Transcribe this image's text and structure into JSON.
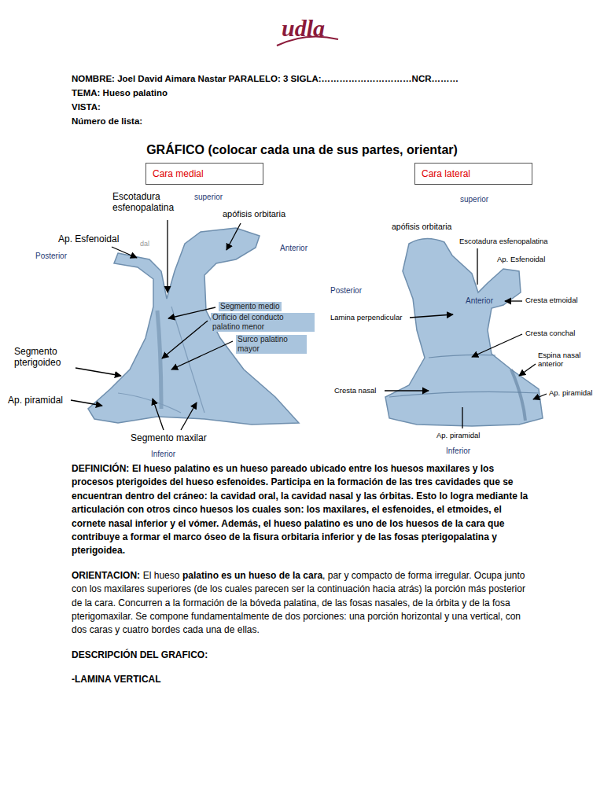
{
  "diagram": {
    "title": "GRÁFICO (colocar cada una de sus partes, orientar)",
    "nodes": [
      {
        "text": [
          "Cara medial"
        ]
      },
      {
        "text": [
          "Cara lateral"
        ]
      }
    ],
    "labels": [
      "udla",
      "NOMBRE: Joel David Aimara Nastar  PARALELO: 3 SIGLA:…………………………NCR………",
      "TEMA: Hueso palatino",
      "VISTA:",
      "Número de lista:",
      "Escotadura esfenopalatina",
      "superior",
      "apófisis orbitaria",
      "Ap. Esfenoidal",
      "dal",
      "Posterior",
      "Anterior",
      "Segmento medio",
      "Orificio del conducto palatino menor",
      "Surco palatino mayor",
      "Segmento pterigoideo",
      "Ap. piramidal",
      "Segmento maxilar",
      "Inferior",
      "superior",
      "apófisis orbitaria",
      "Escotadura esfenopalatina",
      "Ap. Esfenoidal",
      "Posterior",
      "Cresta etmoidal",
      "Anterior",
      "Lamina perpendicular",
      "Cresta conchal",
      "Espina nasal anterior",
      "Cresta nasal",
      "Ap. piramidal",
      "Ap. piramidal",
      "Inferior",
      "DEFINICIÓN:",
      "El hueso palatino es un hueso pareado ubicado entre los huesos maxilares y los procesos pterigoides del hueso esfenoides. Participa en la formación de las tres cavidades que se encuentran dentro del cráneo: la cavidad oral, la cavidad nasal y las órbitas. Esto lo logra mediante la articulación con otros cinco huesos los cuales son: los maxilares, el esfenoides, el etmoides, el cornete nasal inferior y el vómer. Además, el hueso palatino es uno de los huesos de la cara que contribuye a formar el marco óseo de la fisura orbitaria inferior y de las fosas pterigopalatina y pterigoidea.",
      "ORIENTACION:",
      "El hueso",
      "palatino es un hueso de la cara",
      ", par y compacto de forma irregular. Ocupa junto con los maxilares superiores (de los cuales parecen ser la continuación hacia atrás) la porción más posterior de la cara. Concurren a la formación de la bóveda palatina, de las fosas nasales, de la órbita y de la fosa pterigomaxilar. Se compone fundamentalmente de dos porciones: una porción horizontal y una vertical, con dos caras y cuatro bordes cada una de ellas.",
      "DESCRIPCIÓN DEL GRAFICO:",
      "-LAMINA VERTICAL"
    ]
  }
}
